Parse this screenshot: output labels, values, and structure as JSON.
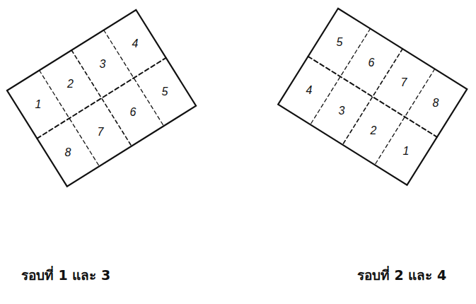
{
  "diagram": {
    "labels": [
      "1",
      "2",
      "3",
      "4",
      "5",
      "6",
      "7",
      "8",
      "รอบที่ 1 และ 3",
      "1",
      "2",
      "3",
      "4",
      "5",
      "6",
      "7",
      "8",
      "รอบที่ 2 และ 4"
    ]
  }
}
